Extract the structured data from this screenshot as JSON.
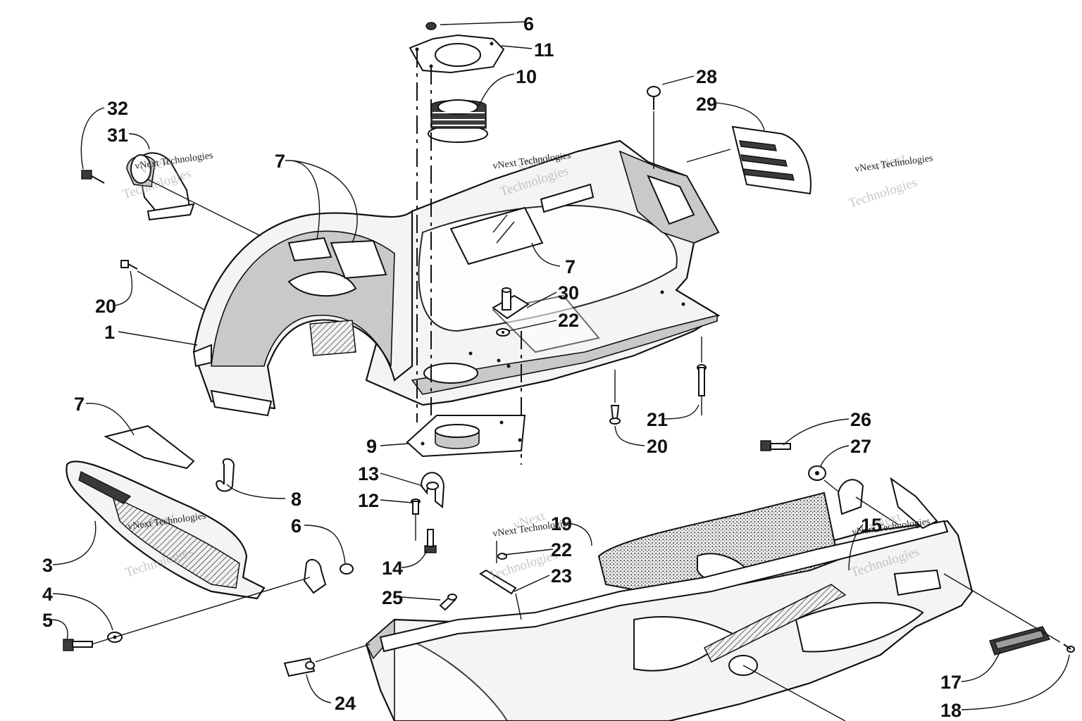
{
  "watermark": {
    "line1": "vNext",
    "line2": "Technologies",
    "small": "vNext Technologies"
  },
  "callouts": [
    {
      "id": "c6a",
      "label": "6"
    },
    {
      "id": "c11",
      "label": "11"
    },
    {
      "id": "c10",
      "label": "10"
    },
    {
      "id": "c28",
      "label": "28"
    },
    {
      "id": "c29",
      "label": "29"
    },
    {
      "id": "c32",
      "label": "32"
    },
    {
      "id": "c31",
      "label": "31"
    },
    {
      "id": "c7a",
      "label": "7"
    },
    {
      "id": "c7b",
      "label": "7"
    },
    {
      "id": "c30",
      "label": "30"
    },
    {
      "id": "c22a",
      "label": "22"
    },
    {
      "id": "c20a",
      "label": "20"
    },
    {
      "id": "c1",
      "label": "1"
    },
    {
      "id": "c21",
      "label": "21"
    },
    {
      "id": "c20b",
      "label": "20"
    },
    {
      "id": "c7c",
      "label": "7"
    },
    {
      "id": "c9",
      "label": "9"
    },
    {
      "id": "c26",
      "label": "26"
    },
    {
      "id": "c27",
      "label": "27"
    },
    {
      "id": "c13",
      "label": "13"
    },
    {
      "id": "c8",
      "label": "8"
    },
    {
      "id": "c12",
      "label": "12"
    },
    {
      "id": "c6b",
      "label": "6"
    },
    {
      "id": "c19",
      "label": "19"
    },
    {
      "id": "c15",
      "label": "15"
    },
    {
      "id": "c22b",
      "label": "22"
    },
    {
      "id": "c3",
      "label": "3"
    },
    {
      "id": "c14",
      "label": "14"
    },
    {
      "id": "c23",
      "label": "23"
    },
    {
      "id": "c4",
      "label": "4"
    },
    {
      "id": "c25",
      "label": "25"
    },
    {
      "id": "c5",
      "label": "5"
    },
    {
      "id": "c17",
      "label": "17"
    },
    {
      "id": "c24",
      "label": "24"
    },
    {
      "id": "c18",
      "label": "18"
    }
  ]
}
